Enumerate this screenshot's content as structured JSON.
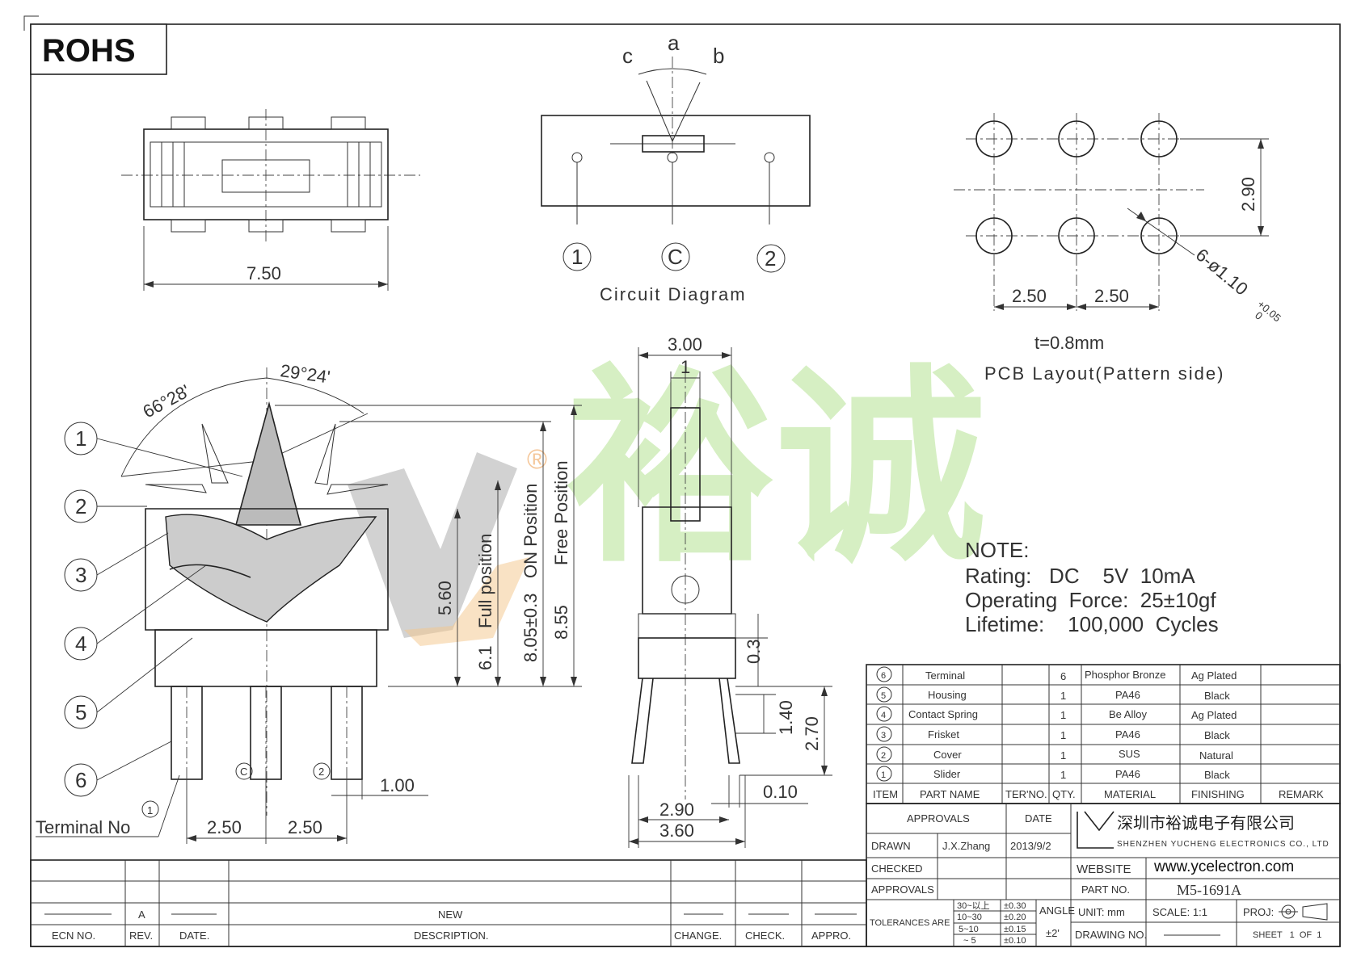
{
  "badge": "ROHS",
  "circuit": {
    "pos_a": "a",
    "pos_b": "b",
    "pos_c": "c",
    "terminal_1": "1",
    "terminal_c": "C",
    "terminal_2": "2",
    "caption": "Circuit Diagram"
  },
  "top_view": {
    "width_dim": "7.50"
  },
  "pcb": {
    "dim_290": "2.90",
    "dim_250_a": "2.50",
    "dim_250_b": "2.50",
    "hole_callout": "6-ø1.10",
    "hole_tol_plus": "+0.05",
    "hole_tol_minus": "0",
    "thickness": "t=0.8mm",
    "caption": "PCB Layout(Pattern side)"
  },
  "front_view": {
    "angle_left": "66°28'",
    "angle_right": "29°24'",
    "dim_560": "5.60",
    "dim_61": "6.1",
    "full_position": "Full position",
    "dim_805": "8.05±0.3",
    "on_position": "ON Position",
    "dim_855": "8.55",
    "free_position": "Free Position",
    "dim_100": "1.00",
    "dim_250_a": "2.50",
    "dim_250_b": "2.50",
    "terminal_label": "Terminal No",
    "term_1": "1",
    "term_c": "C",
    "term_2": "2",
    "balloons": [
      "1",
      "2",
      "3",
      "4",
      "5",
      "6"
    ]
  },
  "side_view": {
    "dim_300": "3.00",
    "dim_1": "1",
    "dim_03": "0.3",
    "dim_140": "1.40",
    "dim_270": "2.70",
    "dim_010": "0.10",
    "dim_290": "2.90",
    "dim_360": "3.60"
  },
  "note": {
    "title": "NOTE:",
    "rating": "Rating:   DC    5V  10mA",
    "force": "Operating  Force:  25±10gf",
    "lifetime": "Lifetime:    100,000  Cycles"
  },
  "bom": {
    "headers": [
      "ITEM",
      "PART NAME",
      "TER'NO.",
      "QTY.",
      "MATERIAL",
      "FINISHING",
      "REMARK"
    ],
    "rows": [
      {
        "item": "6",
        "name": "Terminal",
        "qty": "6",
        "material": "Phosphor Bronze",
        "finish": "Ag Plated"
      },
      {
        "item": "5",
        "name": "Housing",
        "qty": "1",
        "material": "PA46",
        "finish": "Black"
      },
      {
        "item": "4",
        "name": "Contact Spring",
        "qty": "1",
        "material": "Be Alloy",
        "finish": "Ag Plated"
      },
      {
        "item": "3",
        "name": "Frisket",
        "qty": "1",
        "material": "PA46",
        "finish": "Black"
      },
      {
        "item": "2",
        "name": "Cover",
        "qty": "1",
        "material": "SUS",
        "finish": "Natural"
      },
      {
        "item": "1",
        "name": "Slider",
        "qty": "1",
        "material": "PA46",
        "finish": "Black"
      }
    ]
  },
  "title_block": {
    "approvals": "APPROVALS",
    "date": "DATE",
    "company_cn": "深圳市裕诚电子有限公司",
    "company_en": "SHENZHEN YUCHENG ELECTRONICS CO., LTD",
    "drawn": "DRAWN",
    "drawn_by": "J.X.Zhang",
    "drawn_date": "2013/9/2",
    "checked": "CHECKED",
    "approvals2": "APPROVALS",
    "website_label": "WEBSITE",
    "website": "www.ycelectron.com",
    "part_no_label": "PART NO.",
    "part_no": "M5-1691A",
    "tolerances": "TOLERANCES ARE",
    "tol_ranges": [
      "30~以上",
      "10~30",
      "5~10",
      "~ 5"
    ],
    "tol_values": [
      "±0.30",
      "±0.20",
      "±0.15",
      "±0.10"
    ],
    "angle": "ANGLE",
    "angle_tol": "±2'",
    "unit": "UNIT:  mm",
    "scale": "SCALE:   1:1",
    "proj": "PROJ:",
    "drawing_no": "DRAWING NO.",
    "sheet": "SHEET   1  OF  1"
  },
  "revision": {
    "rev": "A",
    "desc_new": "NEW",
    "headers": [
      "ECN NO.",
      "REV.",
      "DATE.",
      "DESCRIPTION.",
      "CHANGE.",
      "CHECK.",
      "APPRO."
    ]
  },
  "watermark": {
    "text": "裕诚",
    "registered": "®"
  }
}
